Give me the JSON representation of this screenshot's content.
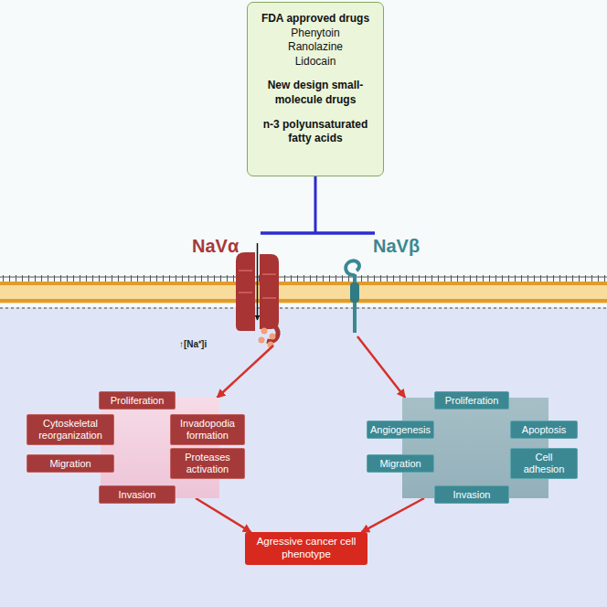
{
  "diagram": {
    "nodes": [
      {
        "text": [
          "FDA approved drugs",
          "Phenytoin",
          "Ranolazine",
          "Lidocain",
          "New design small-molecule drugs",
          "n-3 polyunsaturated fatty acids"
        ]
      },
      {
        "text": [
          "NaVα"
        ]
      },
      {
        "text": [
          "NaVβ"
        ]
      },
      {
        "text": []
      },
      {
        "text": [
          "Proliferation"
        ],
        "in": 3
      },
      {
        "text": [
          "Cytoskeletal reorganization"
        ],
        "in": 3
      },
      {
        "text": [
          "Invadopodia formation"
        ],
        "in": 3
      },
      {
        "text": [
          "Migration"
        ],
        "in": 3
      },
      {
        "text": [
          "Proteases activation"
        ],
        "in": 3
      },
      {
        "text": [
          "Invasion"
        ],
        "in": 3
      },
      {
        "text": []
      },
      {
        "text": [
          "Proliferation"
        ],
        "in": 10
      },
      {
        "text": [
          "Angiogenesis"
        ],
        "in": 10
      },
      {
        "text": [
          "Apoptosis"
        ],
        "in": 10
      },
      {
        "text": [
          "Migration"
        ],
        "in": 10
      },
      {
        "text": [
          "Cell adhesion"
        ],
        "in": 10
      },
      {
        "text": [
          "Invasion"
        ],
        "in": 10
      },
      {
        "text": [
          "Agressive cancer cell phenotype"
        ]
      }
    ],
    "edges": [
      {
        "from": 1,
        "to": 3,
        "arrow": "to"
      },
      {
        "from": 2,
        "to": 10,
        "arrow": "to"
      },
      {
        "from": 3,
        "to": 17,
        "arrow": "to"
      },
      {
        "from": 10,
        "to": 17,
        "arrow": "to"
      }
    ],
    "labels": [
      "↑[Na⁺]i"
    ]
  }
}
